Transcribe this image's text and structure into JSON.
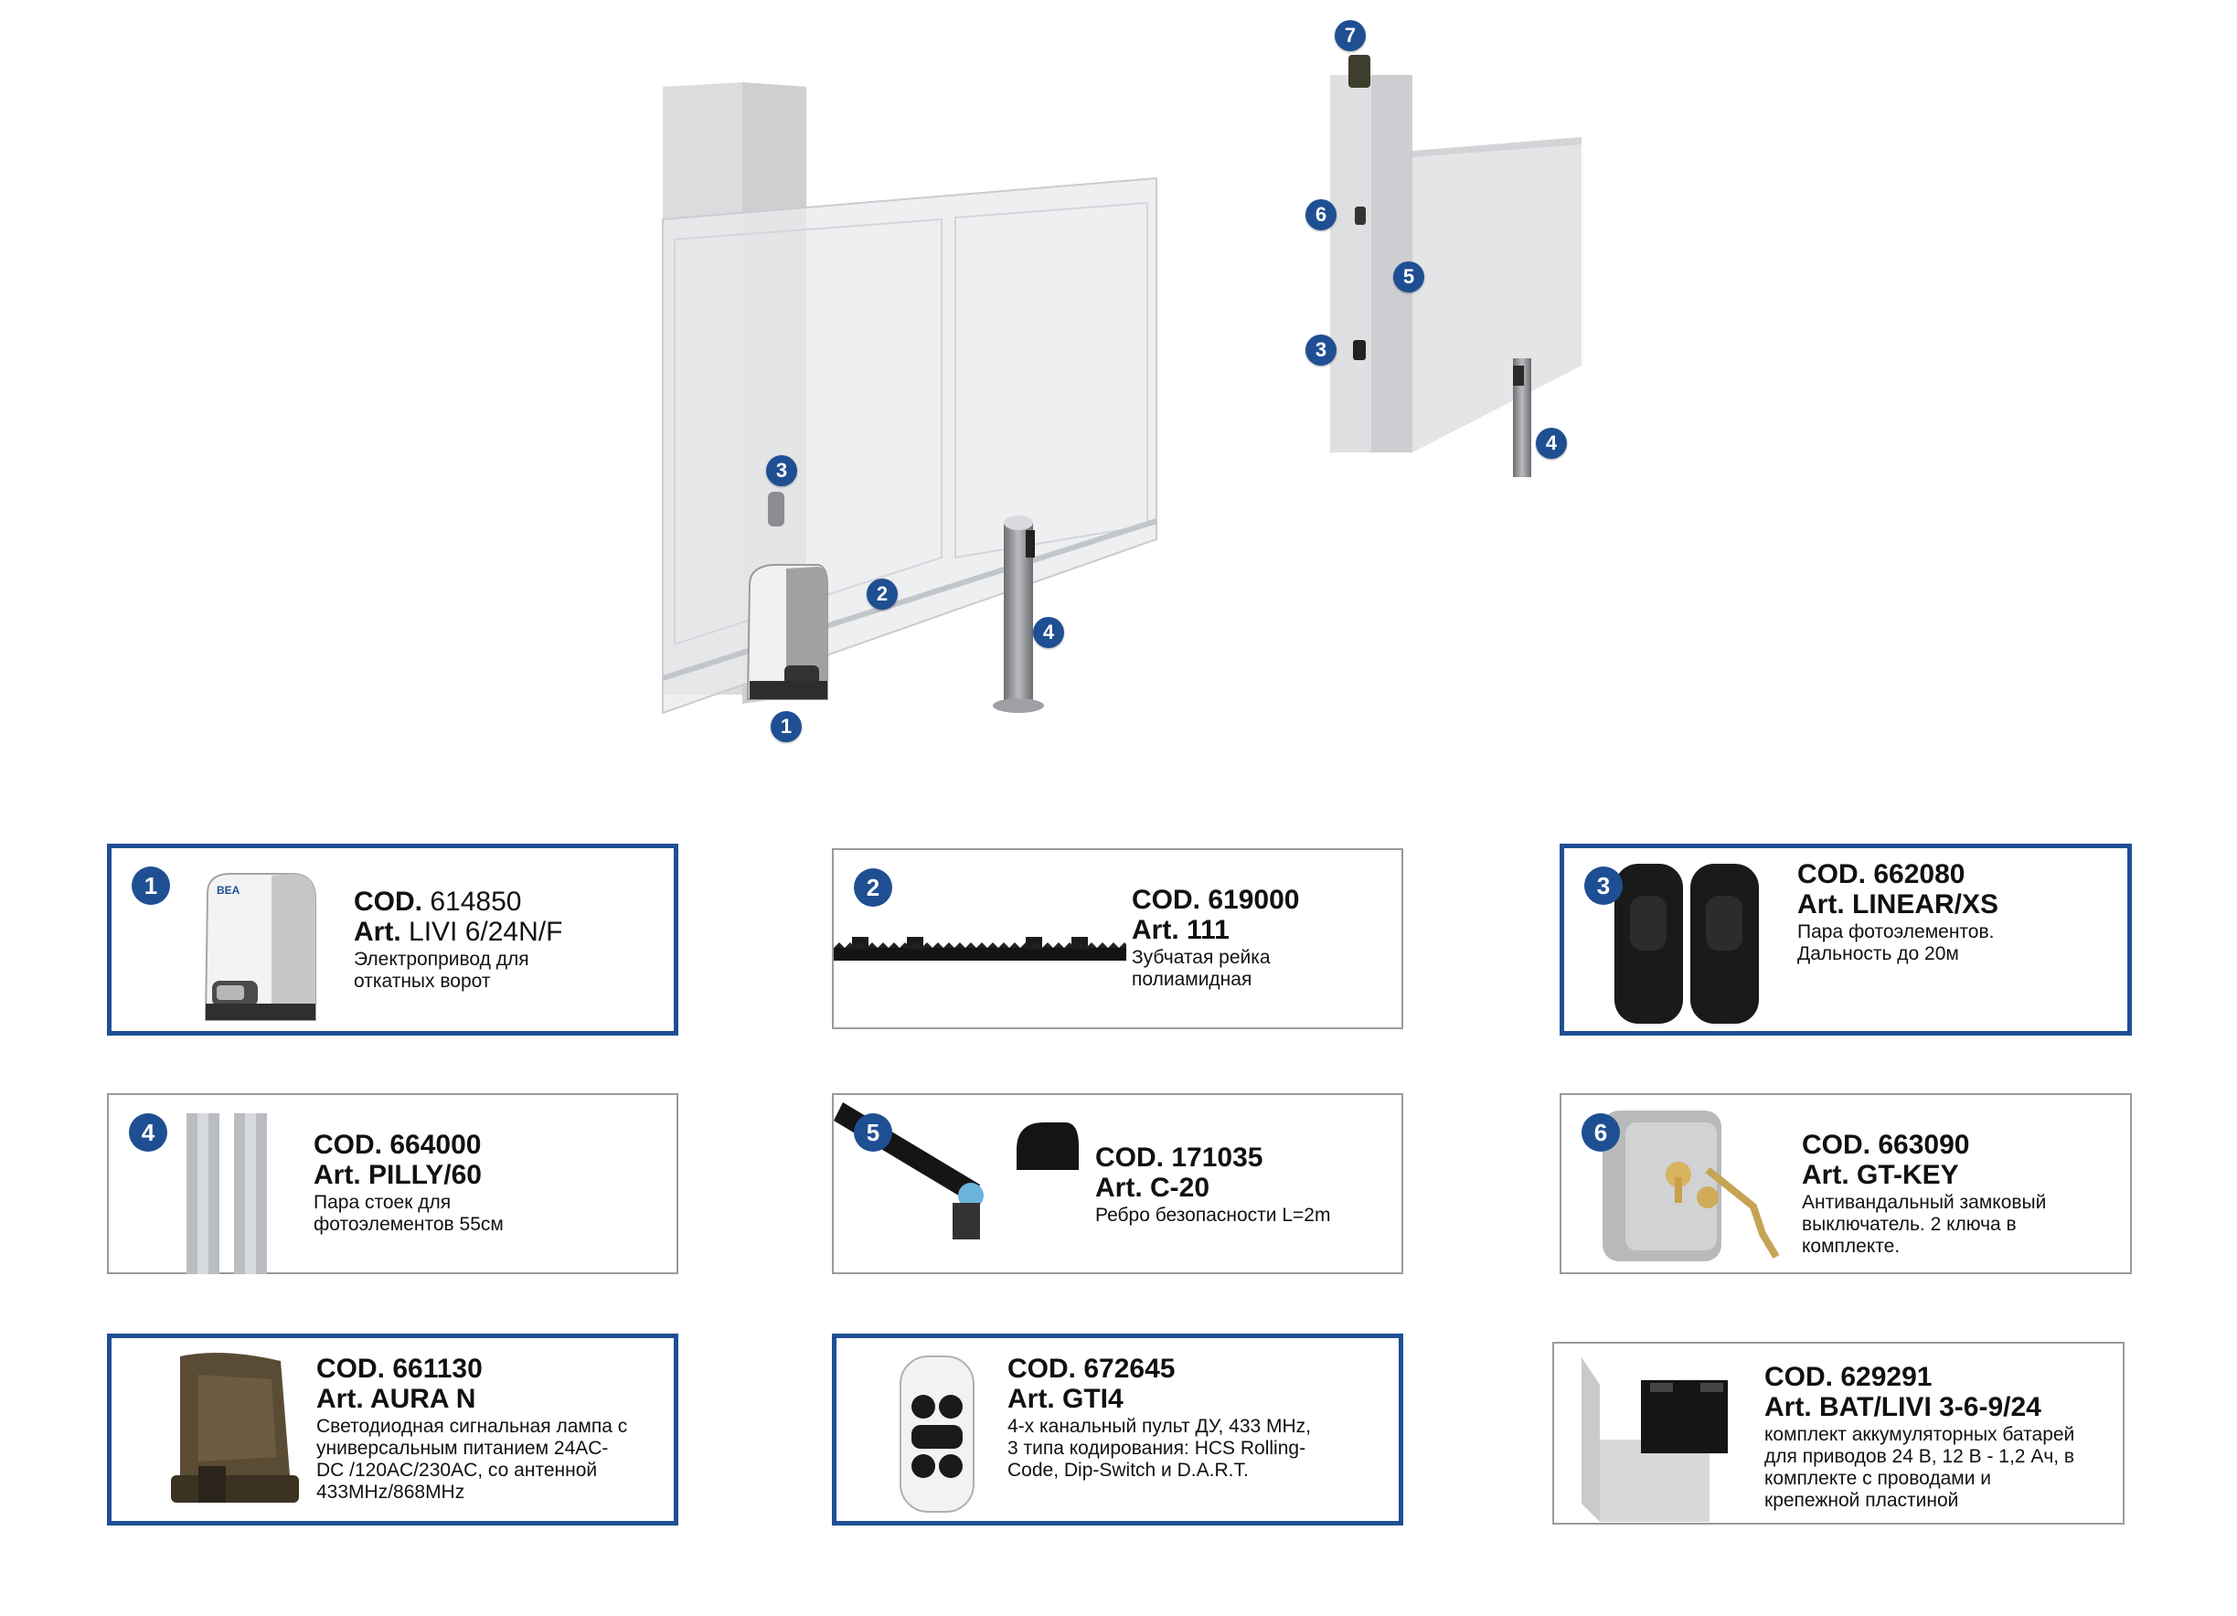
{
  "colors": {
    "accent": "#1f4f93",
    "card_border": "#9a9a9a"
  },
  "markers_main": [
    "1",
    "2",
    "3",
    "4"
  ],
  "markers_side": [
    "7",
    "6",
    "5",
    "3",
    "4"
  ],
  "products": [
    {
      "num": "1",
      "cod_label": "COD.",
      "cod": "614850",
      "art_label": "Art.",
      "art": "LIVI 6/24N/F",
      "desc": "Электропривод для\nоткатных ворот",
      "icon": "gate-motor-icon"
    },
    {
      "num": "2",
      "cod_label": "COD.",
      "cod": "619000",
      "art_label": "Art.",
      "art": "111",
      "desc": "Зубчатая рейка\nполиамидная",
      "icon": "gear-rack-icon"
    },
    {
      "num": "3",
      "cod_label": "COD.",
      "cod": "662080",
      "art_label": "Art.",
      "art": "LINEAR/XS",
      "desc": "Пара фотоэлементов.\nДальность до 20м",
      "icon": "photocell-icon"
    },
    {
      "num": "4",
      "cod_label": "COD.",
      "cod": "664000",
      "art_label": "Art.",
      "art": "PILLY/60",
      "desc": " Пара стоек для\nфотоэлементов 55см",
      "icon": "post-icon"
    },
    {
      "num": "5",
      "cod_label": "COD.",
      "cod": "171035",
      "art_label": "Art.",
      "art": "C-20",
      "desc": "Ребро безопасности L=2m",
      "icon": "safety-edge-icon"
    },
    {
      "num": "6",
      "cod_label": "COD.",
      "cod": "663090",
      "art_label": "Art.",
      "art": "GT-KEY",
      "desc": "Антивандальный замковый\nвыключатель. 2 ключа в\nкомплекте.",
      "icon": "key-switch-icon"
    },
    {
      "num": "",
      "cod_label": "COD.",
      "cod": "661130",
      "art_label": "Art.",
      "art": "AURA N",
      "desc": "Светодиодная сигнальная лампа с\nуниверсальным питанием 24AC-\nDC /120AC/230AC, со антенной\n433MHz/868MHz",
      "icon": "warning-lamp-icon"
    },
    {
      "num": "",
      "cod_label": "COD.",
      "cod": "672645",
      "art_label": "Art.",
      "art": "GTI4",
      "desc": " 4-х канальный пульт ДУ, 433 MHz,\n3 типа кодирования: HCS Rolling-\nCode, Dip-Switch и D.A.R.T.",
      "icon": "remote-control-icon"
    },
    {
      "num": "",
      "cod_label": "COD.",
      "cod": "629291",
      "art_label": "Art.",
      "art": "BAT/LIVI 3-6-9/24",
      "desc": "комплект аккумуляторных батарей\nдля приводов 24 В, 12 В - 1,2 Ач, в\nкомплекте с проводами и\nкрепежной пластиной",
      "icon": "battery-kit-icon"
    }
  ]
}
